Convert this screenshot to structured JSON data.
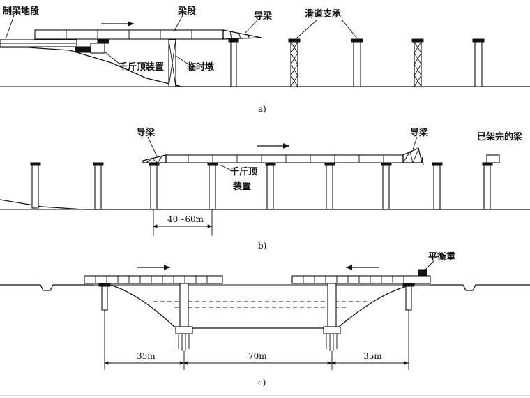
{
  "panel_a": {
    "caption": "a)",
    "labels": {
      "casting_yard": "制梁地段",
      "segment": "梁段",
      "launching_nose": "导梁",
      "sliding_bearing": "滑道支承",
      "jack": "千斤顶装置",
      "temp_pier": "临时墩"
    }
  },
  "panel_b": {
    "caption": "b)",
    "labels": {
      "nose_left": "导梁",
      "nose_right": "导梁",
      "finished_beam": "已架完的梁",
      "jack_line1": "千斤顶",
      "jack_line2": "装置"
    },
    "span": "40~60m"
  },
  "panel_c": {
    "caption": "c)",
    "labels": {
      "counterweight": "平衡重"
    },
    "spans": [
      "35m",
      "70m",
      "35m"
    ]
  },
  "colors": {
    "ink": "#111111",
    "paper": "#ffffff"
  }
}
